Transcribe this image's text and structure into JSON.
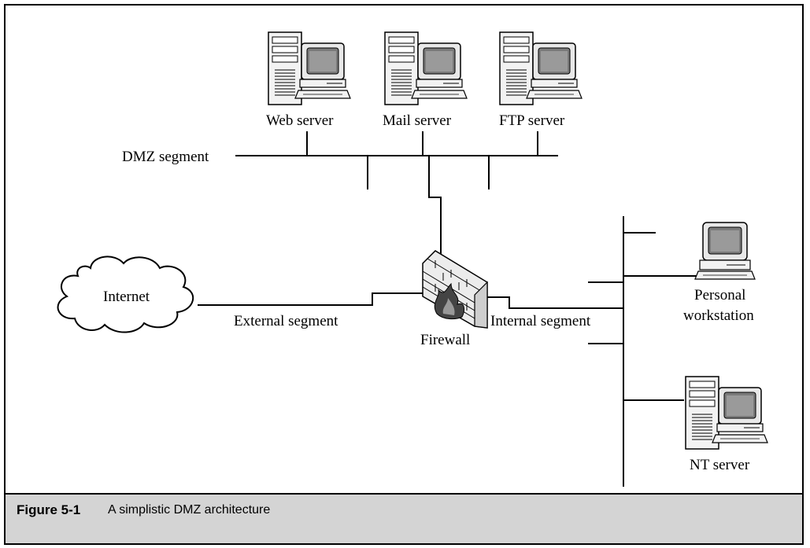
{
  "diagram": {
    "nodes": {
      "web_server": "Web server",
      "mail_server": "Mail server",
      "ftp_server": "FTP server",
      "internet": "Internet",
      "firewall": "Firewall",
      "personal_workstation_line1": "Personal",
      "personal_workstation_line2": "workstation",
      "nt_server": "NT server"
    },
    "segments": {
      "dmz": "DMZ segment",
      "external": "External segment",
      "internal": "Internal segment"
    },
    "connections": [
      [
        "Internet",
        "External segment"
      ],
      [
        "External segment",
        "Firewall"
      ],
      [
        "Firewall",
        "DMZ segment"
      ],
      [
        "Firewall",
        "Internal segment"
      ],
      [
        "DMZ segment",
        "Web server"
      ],
      [
        "DMZ segment",
        "Mail server"
      ],
      [
        "DMZ segment",
        "FTP server"
      ],
      [
        "Internal segment",
        "Personal workstation"
      ],
      [
        "Internal segment",
        "NT server"
      ]
    ]
  },
  "caption": {
    "number": "Figure 5-1",
    "text": "A simplistic DMZ architecture"
  }
}
